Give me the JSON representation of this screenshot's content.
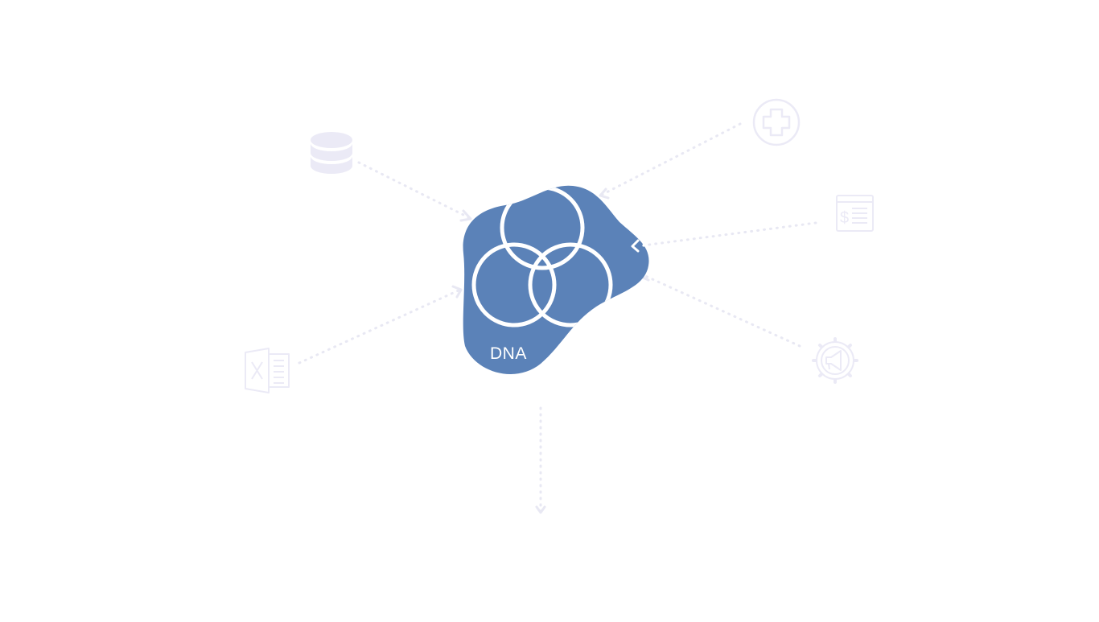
{
  "diagram": {
    "hub": {
      "label": "DNA",
      "icon": "venn-diagram-icon",
      "color": "#5b82b8"
    },
    "sources": [
      {
        "id": "database",
        "icon": "database-icon",
        "direction": "inbound"
      },
      {
        "id": "excel",
        "icon": "excel-file-icon",
        "direction": "inbound"
      },
      {
        "id": "health",
        "icon": "medical-cross-icon",
        "direction": "inbound"
      },
      {
        "id": "billing",
        "icon": "invoice-dollar-icon",
        "direction": "inbound"
      },
      {
        "id": "marketing",
        "icon": "megaphone-gear-icon",
        "direction": "inbound"
      }
    ],
    "output": {
      "icon": "arrow-down-icon",
      "direction": "outbound"
    },
    "colors": {
      "hub": "#5b82b8",
      "faint_icon": "#ebeaf6",
      "connector": "#e8e8f3"
    }
  }
}
